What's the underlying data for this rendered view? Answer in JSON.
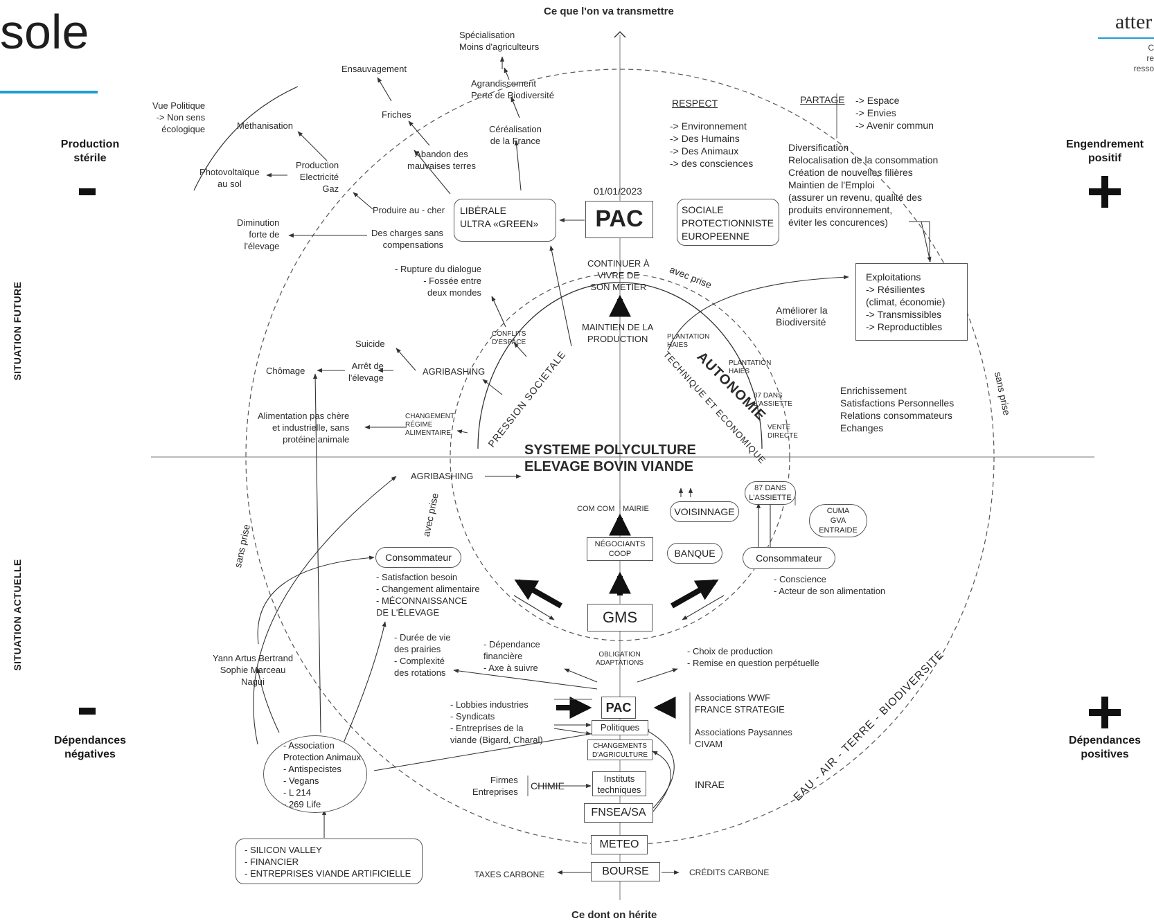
{
  "header": {
    "title_fragment": "sole",
    "logo_text": "atter",
    "logo_sub": "C\nre\nresso",
    "top_axis_label": "Ce que l'on va transmettre",
    "bottom_axis_label": "Ce dont on hérite",
    "accent_color": "#1f9bd7"
  },
  "axes": {
    "top_left": "Production\nstérile",
    "top_right": "Engendrement\npositif",
    "bottom_left": "Dépendances\nnégatives",
    "bottom_right": "Dépendances\npositives",
    "future": "SITUATION FUTURE",
    "current": "SITUATION ACTUELLE",
    "minus": "−",
    "plus": "+"
  },
  "ring_labels": {
    "avec_prise_top": "avec prise",
    "avec_prise_left": "avec prise",
    "sans_prise_right": "sans prise",
    "sans_prise_left": "sans prise",
    "pression": "PRESSION SOCIETALE",
    "autonomie": "AUTONOMIE",
    "tech_eco": "TECHNIQUE ET ECONOMIQUE",
    "eau": "EAU - AIR - TERRE - BIODIVERSITE"
  },
  "center": {
    "line1": "SYSTEME POLYCULTURE",
    "line2": "ELEVAGE BOVIN VIANDE"
  },
  "future": {
    "specialisation": "Spécialisation\nMoins d'agriculteurs",
    "ensauvagement": "Ensauvagement",
    "agrandissement": "Agrandissement\nPerte de Biodiversité",
    "vue_politique": "Vue Politique\n-> Non sens\nécologique",
    "methanisation": "Méthanisation",
    "friches": "Friches",
    "cerealisation": "Céréalisation\nde la France",
    "abandon": "Abandon des\nmauvaises terres",
    "photovoltaique": "Photovoltaïque\nau sol",
    "production_elec": "Production\nElectricité\nGaz",
    "produire": "Produire au - cher",
    "diminution": "Diminution\nforte de\nl'élevage",
    "charges": "Des charges sans\ncompensations",
    "liberale": "LIBÉRALE\nULTRA «GREEN»",
    "date": "01/01/2023",
    "pac": "PAC",
    "sociale": "SOCIALE\nPROTECTIONNISTE\nEUROPEENNE",
    "respect_title": "RESPECT",
    "respect_items": "-> Environnement\n-> Des Humains\n-> Des Animaux\n-> des consciences",
    "partage_title": "PARTAGE",
    "partage_items": "-> Espace\n-> Envies\n-> Avenir commun",
    "diversification": "Diversification\nRelocalisation de la consommation\nCréation de nouvelles filières\nMaintien de l'Emploi\n(assurer un revenu, qualité des\nproduits environnement,\néviter les concurences)",
    "exploitations": "Exploitations\n-> Résilientes\n(climat, économie)\n-> Transmissibles\n-> Reproductibles",
    "rupture": "- Rupture du dialogue\n- Fossée entre\ndeux mondes",
    "continuer": "CONTINUER À\nVIVRE DE\nSON MÉTIER",
    "maintien": "MAINTIEN DE LA\nPRODUCTION",
    "ameliorer": "Améliorer la\nBiodiversité",
    "conflits": "CONFLITS\nD'ESPACE",
    "plantation1": "PLANTATION\nHAIES",
    "plantation2": "PLANTATION\nHAIES",
    "suicide": "Suicide",
    "chomage": "Chômage",
    "arret": "Arrêt de\nl'élevage",
    "agribashing": "AGRIBASHING",
    "pct87": "87 DANS\nL'ASSIETTE",
    "vente": "VENTE\nDIRECTE",
    "enrichissement": "Enrichissement\nSatisfactions Personnelles\nRelations consommateurs\nEchanges",
    "alimentation": "Alimentation pas chère\net industrielle, sans\nprotéine animale",
    "changement_regime": "CHANGEMENT\nRÉGIME\nALIMENTAIRE"
  },
  "current": {
    "agribashing": "AGRIBASHING",
    "pct87": "87 DANS\nL'ASSIETTE",
    "comcom": "COM COM",
    "mairie": "MAIRIE",
    "voisinnage": "VOISINNAGE",
    "cuma": "CUMA\nGVA\nENTRAIDE",
    "negociants": "NÉGOCIANTS\nCOOP",
    "banque": "BANQUE",
    "consommateur_left": "Consommateur",
    "consommateur_right": "Consommateur",
    "satisfaction": "- Satisfaction besoin\n- Changement alimentaire\n- MÉCONNAISSANCE\nDE L'ÉLEVAGE",
    "conscience": "- Conscience\n- Acteur de son alimentation",
    "gms": "GMS",
    "duree": "- Durée de vie\ndes prairies\n- Complexité\ndes rotations",
    "dependance": "- Dépendance\nfinancière\n- Axe à suivre",
    "obligation": "OBLIGATION\nADAPTATIONS",
    "choix": "- Choix de production\n- Remise en question perpétuelle",
    "yann": "Yann Artus Bertrand\nSophie Marceau\nNagui",
    "lobbies": "- Lobbies industries\n- Syndicats\n- Entreprises de la\nviande (Bigard, Charal)",
    "pac": "PAC",
    "politiques": "Politiques",
    "changements": "CHANGEMENTS\nD'AGRICULTURE",
    "assoc_wwf": "Associations WWF\nFRANCE STRATEGIE",
    "assoc_paysannes": "Associations Paysannes\nCIVAM",
    "association": "- Association\nProtection Animaux\n- Antispecistes\n- Vegans\n- L 214\n- 269 Life",
    "firmes": "Firmes\nEntreprises",
    "chimie": "CHIMIE",
    "instituts": "Instituts\ntechniques",
    "inrae": "INRAE",
    "fnsea": "FNSEA/SA",
    "meteo": "METEO",
    "silicon": "- SILICON VALLEY\n- FINANCIER\n- ENTREPRISES VIANDE ARTIFICIELLE",
    "taxes": "TAXES CARBONE",
    "bourse": "BOURSE",
    "credits": "CRÉDITS CARBONE"
  }
}
